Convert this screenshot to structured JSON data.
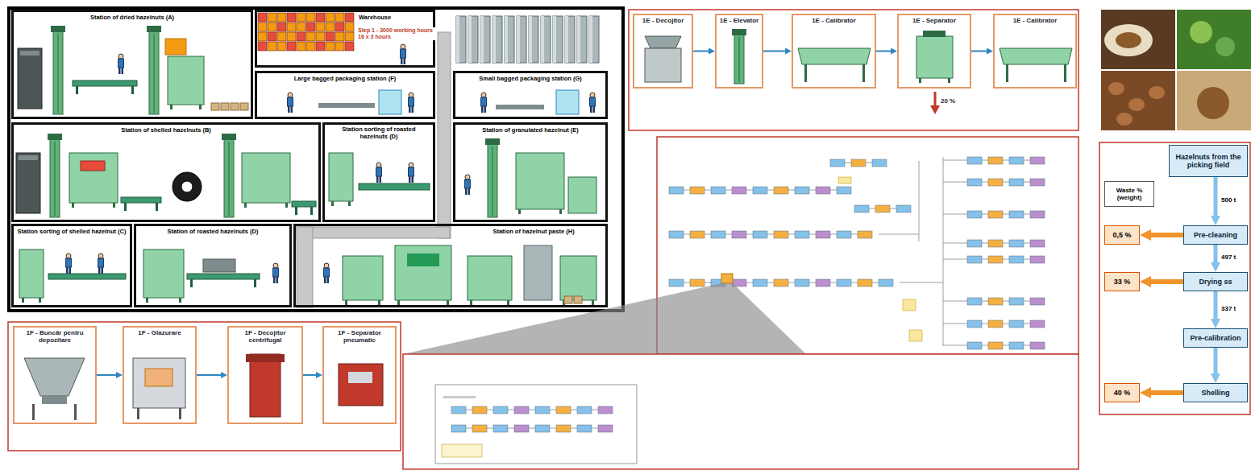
{
  "diagram": {
    "nodes": [
      {
        "text": [
          "Station of dried hazelnuts (A)"
        ]
      },
      {
        "text": [
          "Warehouse"
        ]
      },
      {
        "text": [
          "Large bagged packaging station (F)"
        ]
      },
      {
        "text": [
          "Small bagged packaging station (G)"
        ]
      },
      {
        "text": [
          "Station of shelled hazelnuts (B)"
        ]
      },
      {
        "text": [
          "Station sorting of roasted hazelnuts (D)"
        ]
      },
      {
        "text": [
          "Station of granulated hazelnut (E)"
        ]
      },
      {
        "text": [
          "Station sorting of shelled hazelnut (C)"
        ]
      },
      {
        "text": [
          "Station of roasted hazelnuts (D)"
        ]
      },
      {
        "text": [
          "Station of hazelnut paste (H)"
        ]
      },
      {
        "text": [
          "1E - Decojitor"
        ]
      },
      {
        "text": [
          "1E - Elevator"
        ]
      },
      {
        "text": [
          "1E - Calibrator"
        ]
      },
      {
        "text": [
          "1E - Separator"
        ]
      },
      {
        "text": [
          "1E - Calibrator"
        ]
      },
      {
        "text": [
          "1F - Buncăr pentru depozitare"
        ]
      },
      {
        "text": [
          "1F - Glazurare"
        ]
      },
      {
        "text": [
          "1F - Decojitor centrifugal"
        ]
      },
      {
        "text": [
          "1F - Separator pneumatic"
        ]
      },
      {
        "text": [
          "Hazelnuts from the picking field"
        ]
      },
      {
        "text": [
          "Waste % (weight)"
        ]
      },
      {
        "text": [
          "Pre-cleaning"
        ]
      },
      {
        "text": [
          "Drying ss"
        ]
      },
      {
        "text": [
          "Pre-calibration"
        ]
      },
      {
        "text": [
          "Shelling"
        ]
      },
      {
        "text": [
          "0,5 %"
        ]
      },
      {
        "text": [
          "33 %"
        ]
      },
      {
        "text": [
          "40 %"
        ]
      }
    ],
    "edges": [
      {
        "from": 10,
        "to": 11,
        "arrow": "to"
      },
      {
        "from": 11,
        "to": 12,
        "arrow": "to"
      },
      {
        "from": 12,
        "to": 13,
        "arrow": "to"
      },
      {
        "from": 13,
        "to": 14,
        "arrow": "to"
      },
      {
        "from": 15,
        "to": 16,
        "arrow": "to"
      },
      {
        "from": 16,
        "to": 17,
        "arrow": "to"
      },
      {
        "from": 17,
        "to": 18,
        "arrow": "to"
      },
      {
        "from": 19,
        "to": 21,
        "label": "500 t",
        "arrow": "to"
      },
      {
        "from": 21,
        "to": 22,
        "label": "497 t",
        "arrow": "to"
      },
      {
        "from": 22,
        "to": 23,
        "label": "337 t",
        "arrow": "to"
      },
      {
        "from": 23,
        "to": 24,
        "arrow": "to"
      },
      {
        "from": 21,
        "to": 25,
        "arrow": "to"
      },
      {
        "from": 22,
        "to": 26,
        "arrow": "to"
      },
      {
        "from": 24,
        "to": 27,
        "arrow": "to"
      }
    ],
    "labels": [
      "Step 1 - 3000 working hours 16 x 3 hours",
      "20 %"
    ]
  }
}
